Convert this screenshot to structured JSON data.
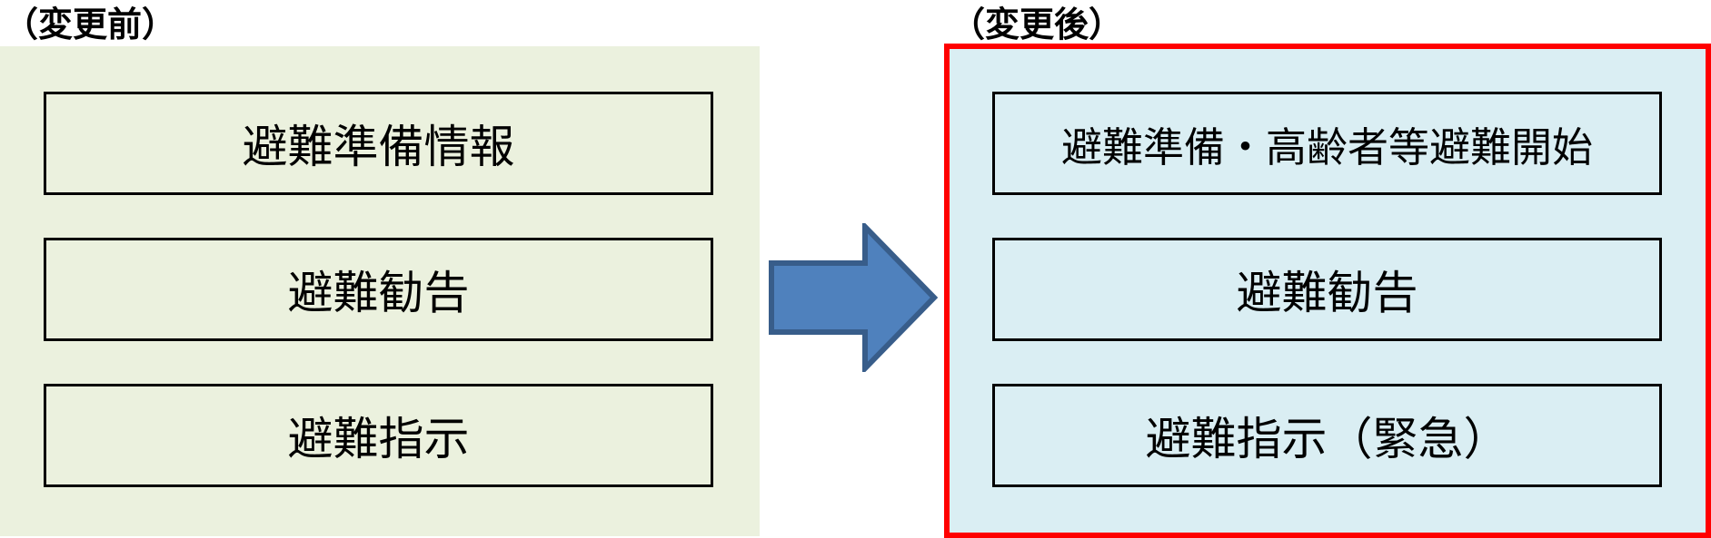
{
  "colors": {
    "panel_before_fill": "#ebf1de",
    "panel_after_fill": "#daeef3",
    "panel_after_border": "#ff0000",
    "arrow_fill": "#4f81bd",
    "arrow_stroke": "#385d8a",
    "box_border": "#000000"
  },
  "before": {
    "heading": "（変更前）",
    "levels": [
      {
        "label": "避難準備情報"
      },
      {
        "label": "避難勧告"
      },
      {
        "label": "避難指示"
      }
    ]
  },
  "after": {
    "heading": "（変更後）",
    "levels": [
      {
        "label": "避難準備・高齢者等避難開始"
      },
      {
        "label": "避難勧告"
      },
      {
        "label": "避難指示（緊急）"
      }
    ]
  },
  "arrow": {
    "icon": "right-arrow-icon"
  }
}
